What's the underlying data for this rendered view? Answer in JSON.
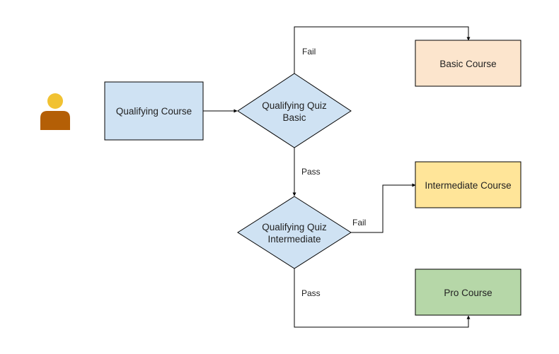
{
  "colors": {
    "stroke": "#000000",
    "qualifying_course_fill": "#cfe2f3",
    "quiz_fill": "#cfe2f3",
    "basic_fill": "#fce5cd",
    "intermediate_fill": "#ffe599",
    "pro_fill": "#b6d7a8",
    "person_head": "#f1c232",
    "person_body": "#b45f06"
  },
  "icons": {
    "user": "person-icon"
  },
  "nodes": {
    "qualifying_course": "Qualifying Course",
    "quiz_basic": {
      "line1": "Qualifying Quiz",
      "line2": "Basic"
    },
    "quiz_intermediate": {
      "line1": "Qualifying Quiz",
      "line2": "Intermediate"
    },
    "basic_course": "Basic Course",
    "intermediate_course": "Intermediate Course",
    "pro_course": "Pro Course"
  },
  "edges": {
    "basic_fail": "Fail",
    "basic_pass": "Pass",
    "intermediate_fail": "Fail",
    "intermediate_pass": "Pass"
  }
}
